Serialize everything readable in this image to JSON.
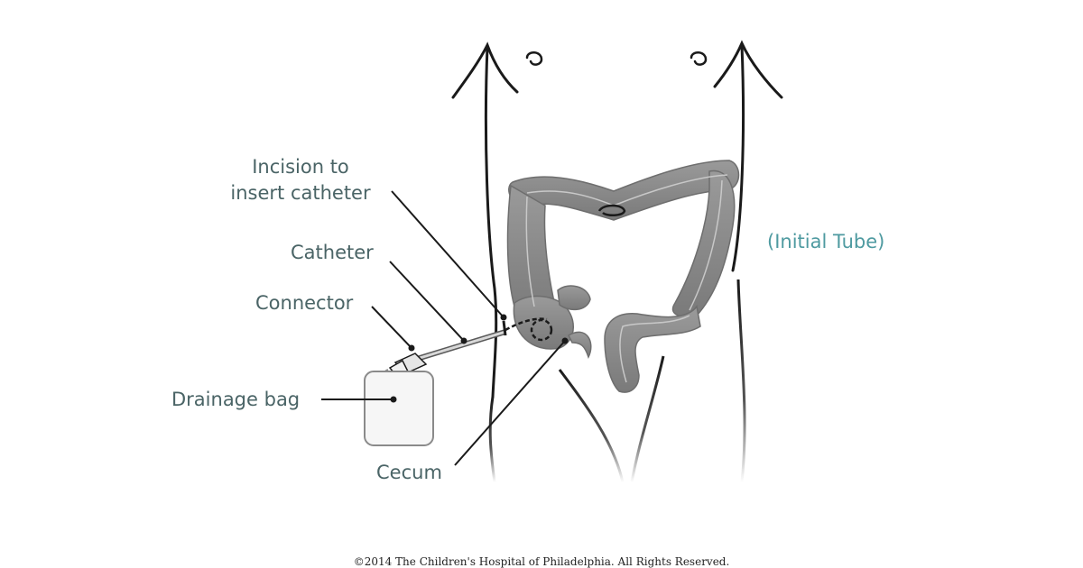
{
  "labels": {
    "incision_line1": "Incision to",
    "incision_line2": "insert catheter",
    "catheter": "Catheter",
    "connector": "Connector",
    "drainage_bag": "Drainage bag",
    "cecum": "Cecum"
  },
  "subtitle": "(Initial Tube)",
  "copyright": "©2014 The Children's Hospital of Philadelphia. All Rights Reserved.",
  "colors": {
    "label_text": "#4a6466",
    "subtitle_text": "#4e9aa0",
    "colon_fill": "#8a8a8a",
    "outline": "#1a1a1a"
  }
}
